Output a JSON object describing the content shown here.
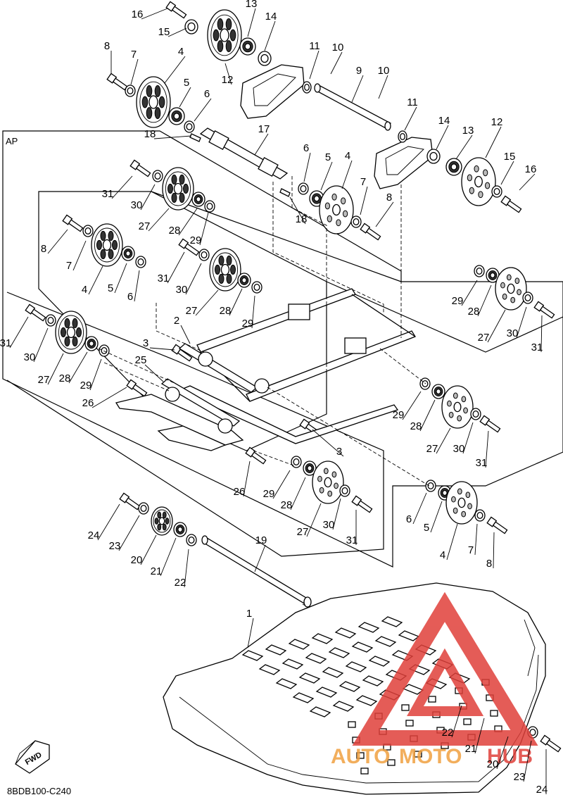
{
  "section_tag": "AP",
  "diagram_code": "8BDB100-C240",
  "fwd_badge": "FWD",
  "watermark": {
    "text_part1": "AUTO",
    "text_part2": "MOTO",
    "text_part3": "HUB",
    "color_red": "#e0403a",
    "color_orange": "#f0a040"
  },
  "callouts": [
    {
      "id": "c16a",
      "label": "16"
    },
    {
      "id": "c15a",
      "label": "15"
    },
    {
      "id": "c13a",
      "label": "13"
    },
    {
      "id": "c14a",
      "label": "14"
    },
    {
      "id": "c8a",
      "label": "8"
    },
    {
      "id": "c7a",
      "label": "7"
    },
    {
      "id": "c4a",
      "label": "4"
    },
    {
      "id": "c12a",
      "label": "12"
    },
    {
      "id": "c11a",
      "label": "11"
    },
    {
      "id": "c10a",
      "label": "10"
    },
    {
      "id": "c9",
      "label": "9"
    },
    {
      "id": "c10b",
      "label": "10"
    },
    {
      "id": "c5a",
      "label": "5"
    },
    {
      "id": "c6a",
      "label": "6"
    },
    {
      "id": "c11b",
      "label": "11"
    },
    {
      "id": "c14b",
      "label": "14"
    },
    {
      "id": "c13b",
      "label": "13"
    },
    {
      "id": "c12b",
      "label": "12"
    },
    {
      "id": "c18a",
      "label": "18"
    },
    {
      "id": "c17",
      "label": "17"
    },
    {
      "id": "c6b",
      "label": "6"
    },
    {
      "id": "c5b",
      "label": "5"
    },
    {
      "id": "c4b",
      "label": "4"
    },
    {
      "id": "c15b",
      "label": "15"
    },
    {
      "id": "c16b",
      "label": "16"
    },
    {
      "id": "c7b",
      "label": "7"
    },
    {
      "id": "c8b",
      "label": "8"
    },
    {
      "id": "c18b",
      "label": "18"
    },
    {
      "id": "c31a",
      "label": "31"
    },
    {
      "id": "c30a",
      "label": "30"
    },
    {
      "id": "c27a",
      "label": "27"
    },
    {
      "id": "c28a",
      "label": "28"
    },
    {
      "id": "c29a",
      "label": "29"
    },
    {
      "id": "c8c",
      "label": "8"
    },
    {
      "id": "c7c",
      "label": "7"
    },
    {
      "id": "c4c",
      "label": "4"
    },
    {
      "id": "c5c",
      "label": "5"
    },
    {
      "id": "c6c",
      "label": "6"
    },
    {
      "id": "c31b",
      "label": "31"
    },
    {
      "id": "c30b",
      "label": "30"
    },
    {
      "id": "c29b",
      "label": "29"
    },
    {
      "id": "c27b",
      "label": "27"
    },
    {
      "id": "c28b",
      "label": "28"
    },
    {
      "id": "c29c",
      "label": "29"
    },
    {
      "id": "c2",
      "label": "2"
    },
    {
      "id": "c3a",
      "label": "3"
    },
    {
      "id": "c31c",
      "label": "31"
    },
    {
      "id": "c30c",
      "label": "30"
    },
    {
      "id": "c27c",
      "label": "27"
    },
    {
      "id": "c28c",
      "label": "28"
    },
    {
      "id": "c29d",
      "label": "29"
    },
    {
      "id": "c25",
      "label": "25"
    },
    {
      "id": "c26a",
      "label": "26"
    },
    {
      "id": "c29e",
      "label": "29"
    },
    {
      "id": "c28d",
      "label": "28"
    },
    {
      "id": "c27d",
      "label": "27"
    },
    {
      "id": "c30d",
      "label": "30"
    },
    {
      "id": "c31d",
      "label": "31"
    },
    {
      "id": "c29f",
      "label": "29"
    },
    {
      "id": "c28e",
      "label": "28"
    },
    {
      "id": "c27e",
      "label": "27"
    },
    {
      "id": "c30e",
      "label": "30"
    },
    {
      "id": "c31e",
      "label": "31"
    },
    {
      "id": "c3b",
      "label": "3"
    },
    {
      "id": "c26b",
      "label": "26"
    },
    {
      "id": "c29g",
      "label": "29"
    },
    {
      "id": "c28f",
      "label": "28"
    },
    {
      "id": "c27f",
      "label": "27"
    },
    {
      "id": "c30f",
      "label": "30"
    },
    {
      "id": "c31f",
      "label": "31"
    },
    {
      "id": "c6d",
      "label": "6"
    },
    {
      "id": "c5d",
      "label": "5"
    },
    {
      "id": "c7d",
      "label": "7"
    },
    {
      "id": "c4d",
      "label": "4"
    },
    {
      "id": "c8d",
      "label": "8"
    },
    {
      "id": "c24a",
      "label": "24"
    },
    {
      "id": "c23a",
      "label": "23"
    },
    {
      "id": "c20a",
      "label": "20"
    },
    {
      "id": "c21a",
      "label": "21"
    },
    {
      "id": "c22a",
      "label": "22"
    },
    {
      "id": "c19",
      "label": "19"
    },
    {
      "id": "c1",
      "label": "1"
    },
    {
      "id": "c22b",
      "label": "22"
    },
    {
      "id": "c21b",
      "label": "21"
    },
    {
      "id": "c20b",
      "label": "20"
    },
    {
      "id": "c23b",
      "label": "23"
    },
    {
      "id": "c24b",
      "label": "24"
    }
  ]
}
